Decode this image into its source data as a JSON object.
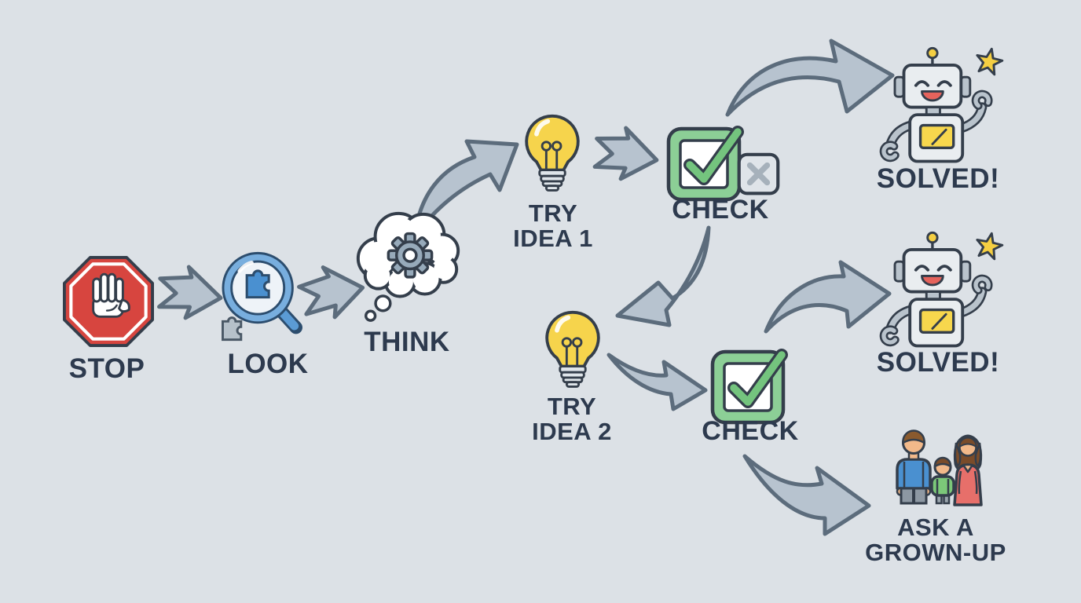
{
  "diagram_title": "problem-solving flowchart",
  "nodes": {
    "stop": {
      "label": "STOP",
      "icon": "stop-sign-icon"
    },
    "look": {
      "label": "LOOK",
      "icon": "magnifier-puzzle-icon"
    },
    "think": {
      "label": "THINK",
      "icon": "thought-cloud-gear-icon"
    },
    "try_idea_1": {
      "label": "TRY IDEA 1",
      "icon": "lightbulb-icon"
    },
    "check_1": {
      "label": "CHECK",
      "icon": "checkbox-check-icon",
      "secondary_icon": "x-box-icon"
    },
    "solved_1": {
      "label": "SOLVED!",
      "icon": "robot-star-icon"
    },
    "try_idea_2": {
      "label": "TRY IDEA 2",
      "icon": "lightbulb-icon"
    },
    "check_2": {
      "label": "CHECK",
      "icon": "checkbox-check-icon"
    },
    "solved_2": {
      "label": "SOLVED!",
      "icon": "robot-star-icon"
    },
    "ask_grownup": {
      "label": "ASK A GROWN-UP",
      "icon": "family-icon"
    }
  },
  "edges": [
    {
      "from": "stop",
      "to": "look"
    },
    {
      "from": "look",
      "to": "think"
    },
    {
      "from": "think",
      "to": "try_idea_1"
    },
    {
      "from": "try_idea_1",
      "to": "check_1"
    },
    {
      "from": "check_1",
      "to": "solved_1"
    },
    {
      "from": "check_1",
      "to": "try_idea_2"
    },
    {
      "from": "try_idea_2",
      "to": "check_2"
    },
    {
      "from": "check_2",
      "to": "solved_2"
    },
    {
      "from": "check_2",
      "to": "ask_grownup"
    }
  ],
  "colors": {
    "background": "#dce1e6",
    "text": "#2d3a4e",
    "outline": "#343e4b",
    "arrow_fill": "#b7c3cf",
    "arrow_stroke": "#5c6c7c",
    "stop_red": "#d7453f",
    "magnifier_blue": "#78aede",
    "puzzle_blue": "#4a90d0",
    "bulb_yellow": "#f6d44c",
    "check_green": "#8ccf96",
    "checkmark_green": "#74c47e",
    "robot_gray": "#e9edf0",
    "star_yellow": "#f5cf42",
    "skin": "#f2b98a",
    "dad_shirt_blue": "#4a90d0",
    "child_shirt_green": "#7cc879",
    "mom_dress_coral": "#e76f6a"
  }
}
